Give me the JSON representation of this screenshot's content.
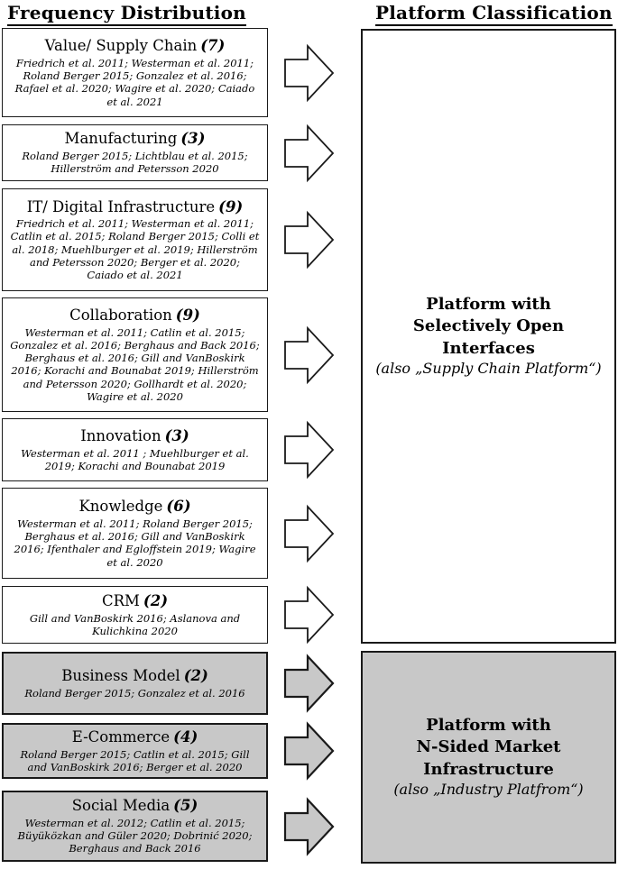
{
  "left": {
    "header": "Frequency Distribution",
    "categories": [
      {
        "name": "Value/ Supply Chain",
        "count": "(7)",
        "shaded": false,
        "citations": "Friedrich et al. 2011; Westerman et al. 2011; Roland Berger 2015; Gonzalez et al. 2016; Rafael et al. 2020; Wagire et al. 2020; Caiado et al. 2021"
      },
      {
        "name": "Manufacturing",
        "count": "(3)",
        "shaded": false,
        "citations": "Roland Berger 2015; Lichtblau et al. 2015; Hillerström and Petersson 2020"
      },
      {
        "name": "IT/ Digital Infrastructure",
        "count": "(9)",
        "shaded": false,
        "citations": "Friedrich et al. 2011; Westerman et al. 2011; Catlin et al. 2015; Roland Berger 2015; Colli et al. 2018; Muehlburger et al. 2019; Hillerström and Petersson 2020; Berger et al. 2020; Caiado et al. 2021"
      },
      {
        "name": "Collaboration",
        "count": "(9)",
        "shaded": false,
        "citations": "Westerman et al. 2011; Catlin et al. 2015; Gonzalez et al. 2016; Berghaus and Back 2016; Berghaus et al. 2016; Gill and VanBoskirk 2016; Korachi and Bounabat 2019; Hillerström and Petersson 2020; Gollhardt et al. 2020; Wagire et al. 2020"
      },
      {
        "name": "Innovation",
        "count": "(3)",
        "shaded": false,
        "citations": "Westerman et al. 2011 ; Muehlburger et al. 2019; Korachi and Bounabat 2019"
      },
      {
        "name": "Knowledge",
        "count": "(6)",
        "shaded": false,
        "citations": "Westerman et al. 2011; Roland Berger 2015; Berghaus et al. 2016; Gill and VanBoskirk 2016; Ifenthaler and Egloffstein 2019; Wagire et al. 2020"
      },
      {
        "name": "CRM",
        "count": "(2)",
        "shaded": false,
        "citations": "Gill and VanBoskirk 2016; Aslanova and Kulichkina 2020"
      },
      {
        "name": "Business Model",
        "count": "(2)",
        "shaded": true,
        "citations": "Roland Berger 2015; Gonzalez et al. 2016"
      },
      {
        "name": "E-Commerce",
        "count": "(4)",
        "shaded": true,
        "citations": "Roland Berger 2015; Catlin et al. 2015; Gill and VanBoskirk 2016; Berger et al. 2020"
      },
      {
        "name": "Social Media",
        "count": "(5)",
        "shaded": true,
        "citations": "Westerman et al. 2012; Catlin et al. 2015; Büyüközkan and Güler 2020; Dobrinić 2020; Berghaus and Back 2016"
      }
    ]
  },
  "right": {
    "header": "Platform Classification",
    "groups": [
      {
        "title": "Platform with\nSelectively Open\nInterfaces",
        "subtitle": "(also „Supply Chain Platform“)",
        "shaded": false
      },
      {
        "title": "Platform with\nN-Sided Market\nInfrastructure",
        "subtitle": "(also „Industry Platfrom“)",
        "shaded": true
      }
    ]
  },
  "icons": {
    "arrow": "block-arrow-right"
  },
  "colors": {
    "shaded_fill": "#c8c8c8",
    "box_fill": "#ffffff",
    "border": "#1a1a1a"
  }
}
